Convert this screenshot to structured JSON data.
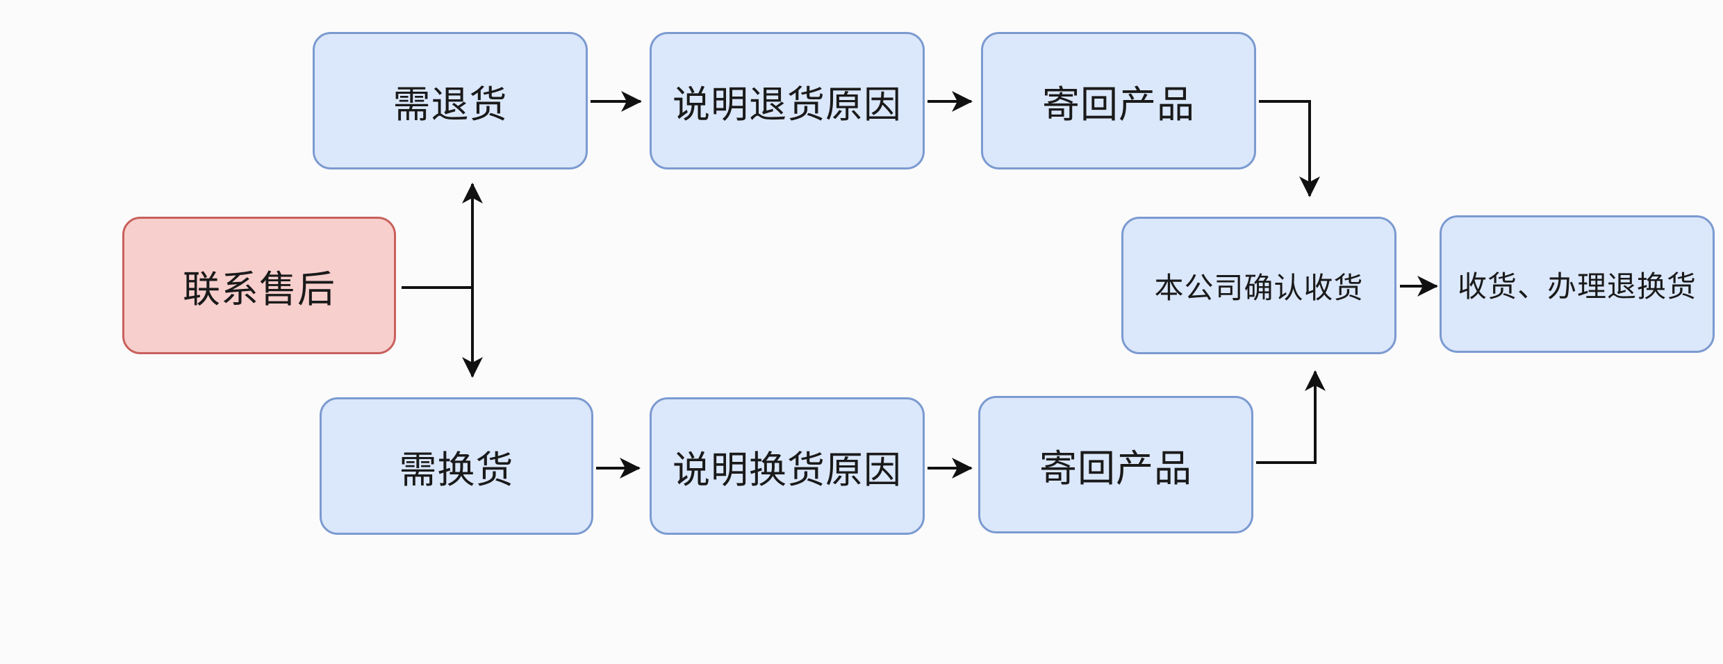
{
  "diagram": {
    "nodes": {
      "contact_after_sales": "联系售后",
      "need_return": "需退货",
      "explain_return_reason": "说明退货原因",
      "send_back_return": "寄回产品",
      "need_exchange": "需换货",
      "explain_exchange_reason": "说明换货原因",
      "send_back_exchange": "寄回产品",
      "company_confirm_receipt": "本公司确认收货",
      "receive_and_process": "收货、办理退换货"
    },
    "edges": [
      {
        "from": "contact_after_sales",
        "to": "need_return"
      },
      {
        "from": "contact_after_sales",
        "to": "need_exchange"
      },
      {
        "from": "need_return",
        "to": "explain_return_reason"
      },
      {
        "from": "explain_return_reason",
        "to": "send_back_return"
      },
      {
        "from": "send_back_return",
        "to": "company_confirm_receipt"
      },
      {
        "from": "need_exchange",
        "to": "explain_exchange_reason"
      },
      {
        "from": "explain_exchange_reason",
        "to": "send_back_exchange"
      },
      {
        "from": "send_back_exchange",
        "to": "company_confirm_receipt"
      },
      {
        "from": "company_confirm_receipt",
        "to": "receive_and_process"
      }
    ],
    "colors": {
      "process_fill": "#dbe7fa",
      "process_border": "#7b9ad0",
      "start_fill": "#f7cfcd",
      "start_border": "#c8605c",
      "arrow": "#111111"
    }
  }
}
